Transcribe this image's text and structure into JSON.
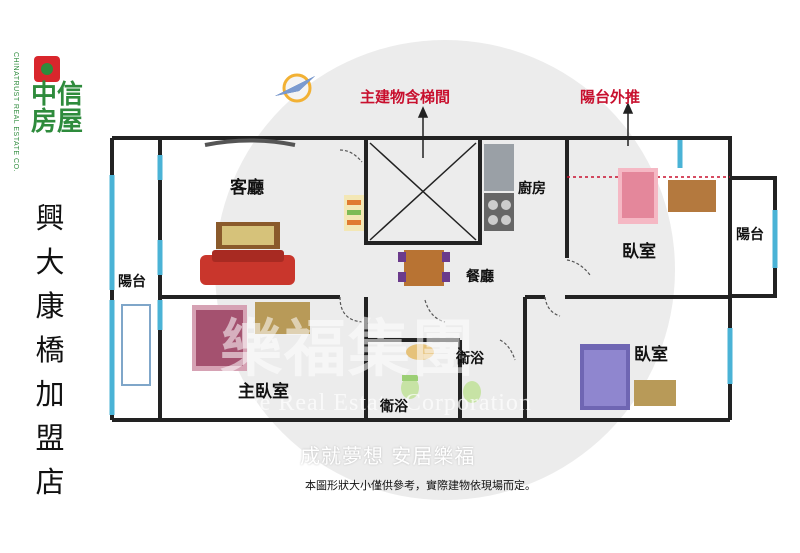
{
  "brand": {
    "name": "中信房屋",
    "name_vertical": "CHINATRUST REAL ESTATE CO.",
    "store": "興大康橋加盟店",
    "colors": {
      "green": "#2e8b3c",
      "red": "#d9262c"
    }
  },
  "rooms": {
    "living": "客廳",
    "kitchen": "廚房",
    "bedroom_1": "臥室",
    "balcony_left": "陽台",
    "balcony_right": "陽台",
    "dining": "餐廳",
    "master_bedroom": "主臥室",
    "bath_1": "衛浴",
    "bath_2": "衛浴",
    "bedroom_2": "臥室"
  },
  "notes": {
    "stairwell": "主建物含梯間",
    "balcony_extension": "陽台外推"
  },
  "watermark": {
    "company_cn": "樂福集團",
    "company_en": "Love Real Estate Corporation",
    "slogan": "成就夢想 安居樂福"
  },
  "footnote": "本圖形狀大小僅供參考，實際建物依現場而定。",
  "icons": [
    "compass-icon",
    "sofa-icon",
    "bed-icon",
    "toilet-icon",
    "sink-icon",
    "stove-icon",
    "dining-table-icon"
  ]
}
